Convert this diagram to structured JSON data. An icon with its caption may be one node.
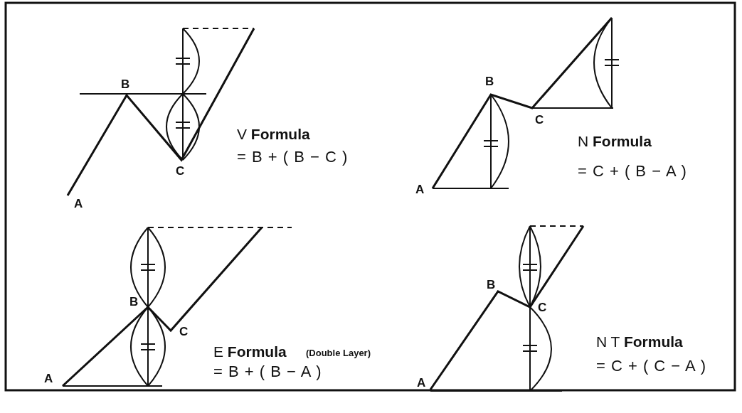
{
  "diagram": {
    "labels": [
      "B",
      "C",
      "A",
      "V **Formula**",
      "= B + ( B − C )",
      "B",
      "C",
      "A",
      "N **Formula**",
      "= C + ( B − A )",
      "B",
      "C",
      "A",
      "E **Formula**",
      "(Double Layer)",
      "= B + ( B − A )",
      "B",
      "C",
      "A",
      "N T **Formula**",
      "= C + ( C − A )"
    ]
  }
}
